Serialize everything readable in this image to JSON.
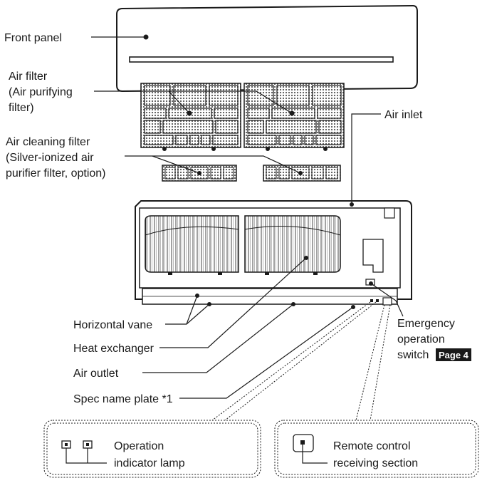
{
  "labels": {
    "front_panel": "Front panel",
    "air_filter": [
      "Air filter",
      "(Air purifying",
      "filter)"
    ],
    "air_cleaning_filter": [
      "Air cleaning filter",
      "(Silver-ionized air",
      "purifier filter, option)"
    ],
    "air_inlet": "Air inlet",
    "horizontal_vane": "Horizontal vane",
    "heat_exchanger": "Heat exchanger",
    "air_outlet": "Air outlet",
    "spec_name_plate": "Spec name plate *1",
    "emergency_switch": [
      "Emergency",
      "operation",
      "switch"
    ],
    "page_ref": "Page 4",
    "operation_indicator": [
      "Operation",
      "indicator lamp"
    ],
    "remote_receiving": [
      "Remote control",
      "receiving section"
    ]
  },
  "colors": {
    "badge": "#1a1a1a",
    "line": "#1a1a1a",
    "filter_shade": "#8c8c8c"
  }
}
